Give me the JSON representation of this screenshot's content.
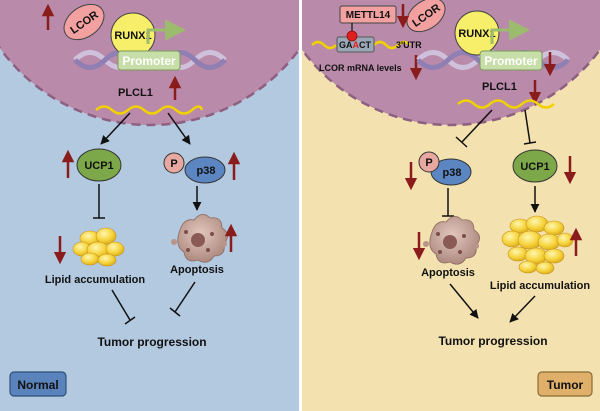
{
  "panels": {
    "normal": {
      "badge": "Normal",
      "lcor": "LCOR",
      "runx1": "RUNX1",
      "promoter": "Promoter",
      "plcl1": "PLCL1",
      "ucp1": "UCP1",
      "p": "P",
      "p38": "p38",
      "lipid": "Lipid accumulation",
      "apoptosis": "Apoptosis",
      "progression": "Tumor progression"
    },
    "tumor": {
      "badge": "Tumor",
      "mettl14": "METTL14",
      "motif_pre": "GA",
      "motif_mid": "A",
      "motif_post": "CT",
      "utr": "3'UTR",
      "mrna": "LCOR mRNA levels",
      "lcor": "LCOR",
      "runx1": "RUNX1",
      "promoter": "Promoter",
      "plcl1": "PLCL1",
      "p": "P",
      "p38": "p38",
      "ucp1": "UCP1",
      "apoptosis": "Apoptosis",
      "lipid": "Lipid accumulation",
      "progression": "Tumor progression"
    }
  },
  "colors": {
    "normal_bg": "#b3c9e0",
    "tumor_bg": "#f3e2b0",
    "nucleus": "#b98aa9",
    "arrow_red": "#8b1c1c",
    "lcor_fill": "#f2a0a0",
    "runx1_fill": "#f7ee6a",
    "promoter_fill": "#c8dea8",
    "ucp1_fill": "#7da84a",
    "p38_fill": "#5b86c2",
    "p_fill": "#e6a8a0",
    "fat_fill": "#f5d33a",
    "cell_fill": "#c9a89a",
    "mettl14_fill": "#f2a0a0",
    "badge_normal": "#5a83bb",
    "badge_tumor": "#e0b06a"
  },
  "icons": [
    "up-arrow-icon",
    "down-arrow-icon",
    "inhibition-icon",
    "dna-helix-icon",
    "fat-cell-icon",
    "apoptotic-cell-icon",
    "m6a-mark-icon"
  ]
}
